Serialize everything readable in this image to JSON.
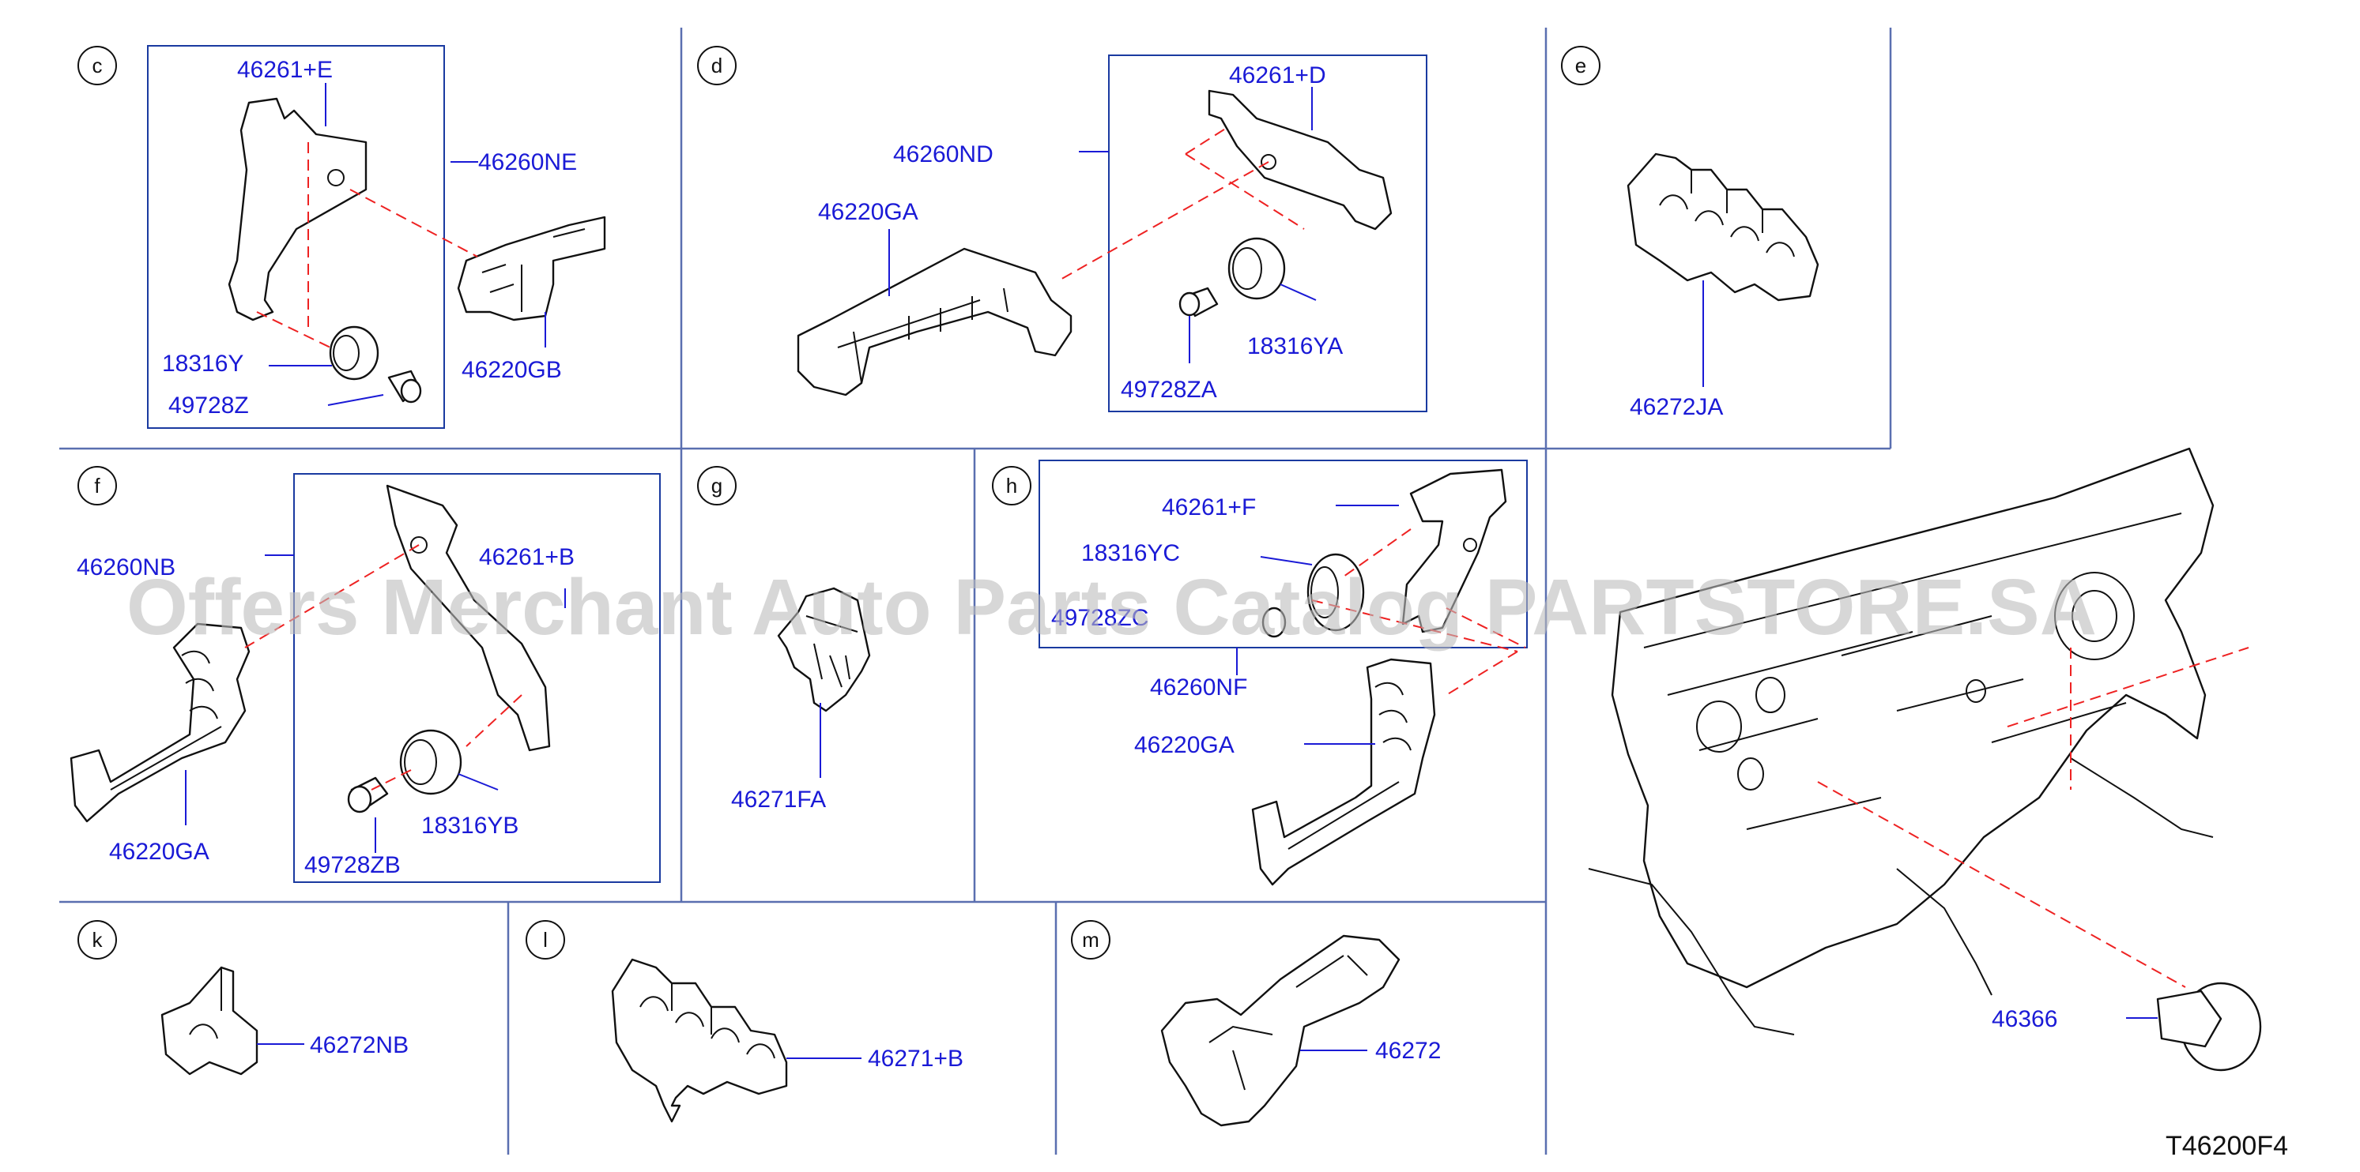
{
  "sections": [
    {
      "id": "c",
      "label": "c"
    },
    {
      "id": "d",
      "label": "d"
    },
    {
      "id": "e",
      "label": "e"
    },
    {
      "id": "f",
      "label": "f"
    },
    {
      "id": "g",
      "label": "g"
    },
    {
      "id": "h",
      "label": "h"
    },
    {
      "id": "k",
      "label": "k"
    },
    {
      "id": "l",
      "label": "l"
    },
    {
      "id": "m",
      "label": "m"
    }
  ],
  "parts": {
    "c": [
      "46261+E",
      "46260NE",
      "46220GB",
      "18316Y",
      "49728Z"
    ],
    "d": [
      "46261+D",
      "46260ND",
      "46220GA",
      "18316YA",
      "49728ZA"
    ],
    "e": [
      "46272JA"
    ],
    "f": [
      "46260NB",
      "46261+B",
      "46220GA",
      "49728ZB",
      "18316YB"
    ],
    "g": [
      "46271FA"
    ],
    "h": [
      "46261+F",
      "18316YC",
      "49728ZC",
      "46260NF",
      "46220GA"
    ],
    "k": [
      "46272NB"
    ],
    "l": [
      "46271+B"
    ],
    "m": [
      "46272"
    ],
    "overview": [
      "46366"
    ]
  },
  "diagram_code": "T46200F4",
  "watermark": "Offers Merchant Auto Parts Catalog PARTSTORE.SA",
  "colors": {
    "part_label": "#1a1ad6",
    "leader_dash": "#e22222",
    "grid": "#5a6fb0"
  }
}
